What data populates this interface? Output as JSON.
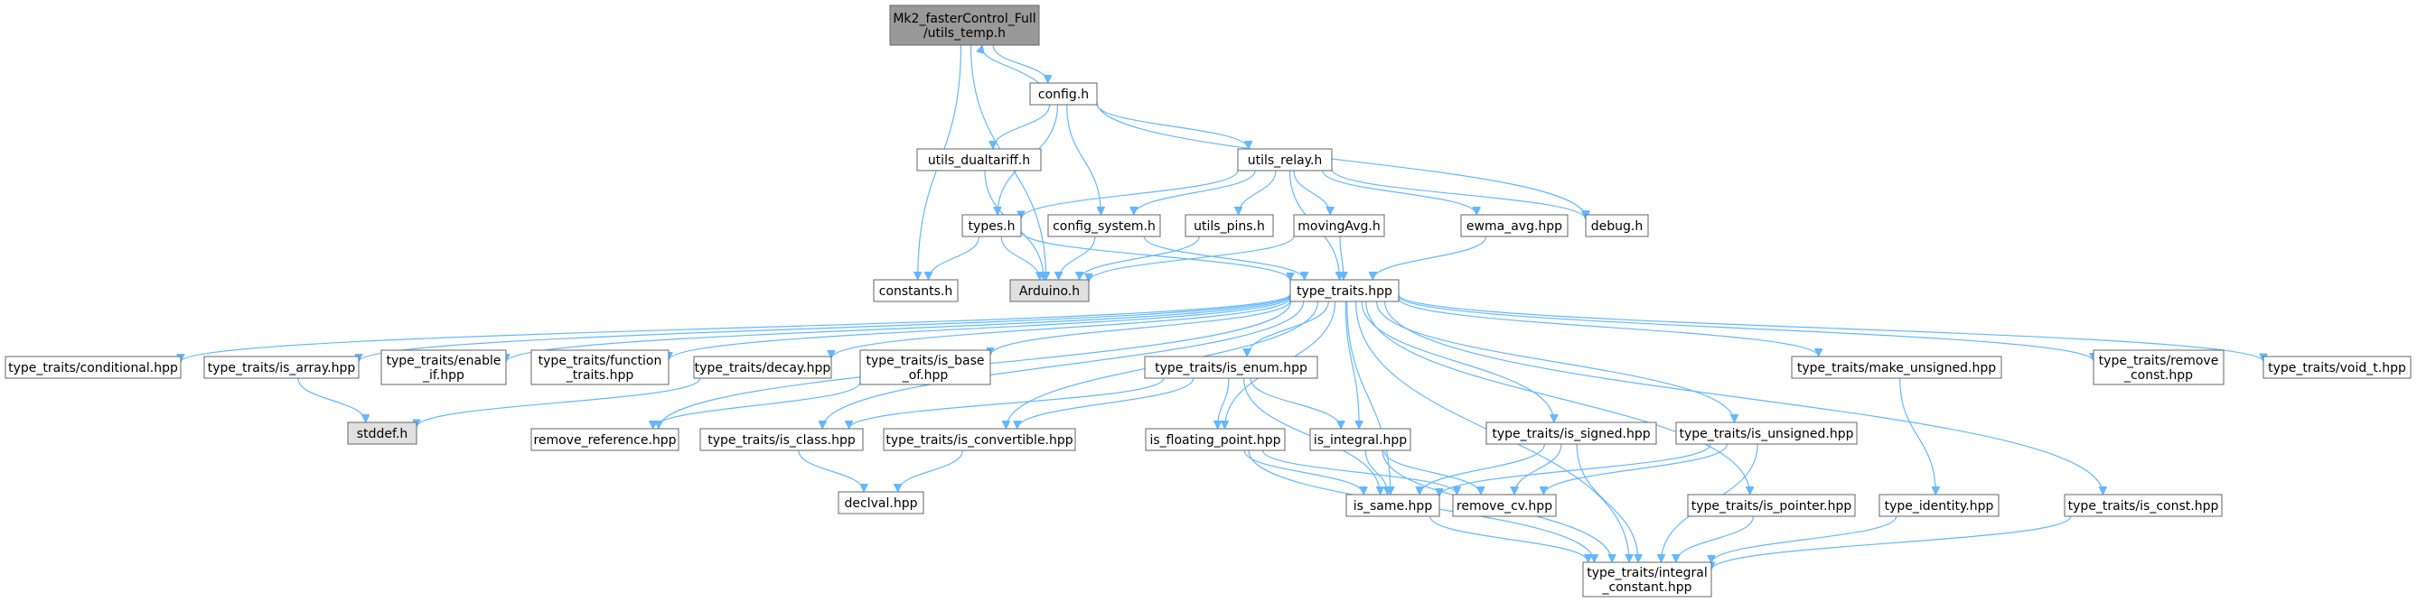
{
  "colors": {
    "edge": "#63b8ff",
    "node_fill": "#ffffff",
    "node_border": "#666666",
    "root_fill": "#999999",
    "system_fill": "#e0e0e0"
  },
  "nodes": [
    {
      "id": "root",
      "lines": [
        "Mk2_fasterControl_Full",
        "/utils_temp.h"
      ],
      "style": "root"
    },
    {
      "id": "config_h",
      "lines": [
        "config.h"
      ]
    },
    {
      "id": "utils_dualtariff_h",
      "lines": [
        "utils_dualtariff.h"
      ]
    },
    {
      "id": "utils_relay_h",
      "lines": [
        "utils_relay.h"
      ]
    },
    {
      "id": "types_h",
      "lines": [
        "types.h"
      ]
    },
    {
      "id": "config_system_h",
      "lines": [
        "config_system.h"
      ]
    },
    {
      "id": "utils_pins_h",
      "lines": [
        "utils_pins.h"
      ]
    },
    {
      "id": "movingavg_h",
      "lines": [
        "movingAvg.h"
      ]
    },
    {
      "id": "ewma_avg_hpp",
      "lines": [
        "ewma_avg.hpp"
      ]
    },
    {
      "id": "debug_h",
      "lines": [
        "debug.h"
      ]
    },
    {
      "id": "constants_h",
      "lines": [
        "constants.h"
      ]
    },
    {
      "id": "arduino_h",
      "lines": [
        "Arduino.h"
      ],
      "style": "system"
    },
    {
      "id": "type_traits_hpp",
      "lines": [
        "type_traits.hpp"
      ]
    },
    {
      "id": "tt_conditional",
      "lines": [
        "type_traits/conditional.hpp"
      ]
    },
    {
      "id": "tt_is_array",
      "lines": [
        "type_traits/is_array.hpp"
      ]
    },
    {
      "id": "tt_enable_if",
      "lines": [
        "type_traits/enable",
        "_if.hpp"
      ]
    },
    {
      "id": "tt_function_traits",
      "lines": [
        "type_traits/function",
        "_traits.hpp"
      ]
    },
    {
      "id": "tt_decay",
      "lines": [
        "type_traits/decay.hpp"
      ]
    },
    {
      "id": "tt_is_base_of",
      "lines": [
        "type_traits/is_base",
        "_of.hpp"
      ]
    },
    {
      "id": "tt_is_enum",
      "lines": [
        "type_traits/is_enum.hpp"
      ]
    },
    {
      "id": "tt_make_unsigned",
      "lines": [
        "type_traits/make_unsigned.hpp"
      ]
    },
    {
      "id": "tt_remove_const",
      "lines": [
        "type_traits/remove",
        "_const.hpp"
      ]
    },
    {
      "id": "tt_void_t",
      "lines": [
        "type_traits/void_t.hpp"
      ]
    },
    {
      "id": "stddef_h",
      "lines": [
        "stddef.h"
      ],
      "style": "system"
    },
    {
      "id": "remove_reference",
      "lines": [
        "remove_reference.hpp"
      ]
    },
    {
      "id": "tt_is_class",
      "lines": [
        "type_traits/is_class.hpp"
      ]
    },
    {
      "id": "tt_is_convertible",
      "lines": [
        "type_traits/is_convertible.hpp"
      ]
    },
    {
      "id": "is_floating_point",
      "lines": [
        "is_floating_point.hpp"
      ]
    },
    {
      "id": "is_integral",
      "lines": [
        "is_integral.hpp"
      ]
    },
    {
      "id": "tt_is_signed",
      "lines": [
        "type_traits/is_signed.hpp"
      ]
    },
    {
      "id": "tt_is_unsigned",
      "lines": [
        "type_traits/is_unsigned.hpp"
      ]
    },
    {
      "id": "declval",
      "lines": [
        "declval.hpp"
      ]
    },
    {
      "id": "is_same",
      "lines": [
        "is_same.hpp"
      ]
    },
    {
      "id": "remove_cv",
      "lines": [
        "remove_cv.hpp"
      ]
    },
    {
      "id": "tt_is_pointer",
      "lines": [
        "type_traits/is_pointer.hpp"
      ]
    },
    {
      "id": "type_identity",
      "lines": [
        "type_identity.hpp"
      ]
    },
    {
      "id": "tt_is_const",
      "lines": [
        "type_traits/is_const.hpp"
      ]
    },
    {
      "id": "tt_integral_constant",
      "lines": [
        "type_traits/integral",
        "_constant.hpp"
      ]
    }
  ],
  "edges": [
    [
      "root",
      "config_h"
    ],
    [
      "root",
      "constants_h"
    ],
    [
      "root",
      "arduino_h"
    ],
    [
      "config_h",
      "root"
    ],
    [
      "config_h",
      "utils_dualtariff_h"
    ],
    [
      "config_h",
      "utils_relay_h"
    ],
    [
      "config_h",
      "types_h"
    ],
    [
      "config_h",
      "config_system_h"
    ],
    [
      "config_h",
      "debug_h"
    ],
    [
      "utils_dualtariff_h",
      "arduino_h"
    ],
    [
      "utils_relay_h",
      "types_h"
    ],
    [
      "utils_relay_h",
      "config_system_h"
    ],
    [
      "utils_relay_h",
      "utils_pins_h"
    ],
    [
      "utils_relay_h",
      "movingavg_h"
    ],
    [
      "utils_relay_h",
      "ewma_avg_hpp"
    ],
    [
      "utils_relay_h",
      "debug_h"
    ],
    [
      "utils_relay_h",
      "type_traits_hpp"
    ],
    [
      "types_h",
      "constants_h"
    ],
    [
      "types_h",
      "arduino_h"
    ],
    [
      "types_h",
      "type_traits_hpp"
    ],
    [
      "config_system_h",
      "arduino_h"
    ],
    [
      "config_system_h",
      "type_traits_hpp"
    ],
    [
      "utils_pins_h",
      "arduino_h"
    ],
    [
      "movingavg_h",
      "arduino_h"
    ],
    [
      "movingavg_h",
      "type_traits_hpp"
    ],
    [
      "ewma_avg_hpp",
      "type_traits_hpp"
    ],
    [
      "type_traits_hpp",
      "tt_conditional"
    ],
    [
      "type_traits_hpp",
      "tt_is_array"
    ],
    [
      "type_traits_hpp",
      "tt_enable_if"
    ],
    [
      "type_traits_hpp",
      "tt_function_traits"
    ],
    [
      "type_traits_hpp",
      "tt_decay"
    ],
    [
      "type_traits_hpp",
      "tt_is_base_of"
    ],
    [
      "type_traits_hpp",
      "tt_is_enum"
    ],
    [
      "type_traits_hpp",
      "tt_make_unsigned"
    ],
    [
      "type_traits_hpp",
      "tt_remove_const"
    ],
    [
      "type_traits_hpp",
      "tt_void_t"
    ],
    [
      "type_traits_hpp",
      "remove_reference"
    ],
    [
      "type_traits_hpp",
      "tt_is_class"
    ],
    [
      "type_traits_hpp",
      "tt_is_convertible"
    ],
    [
      "type_traits_hpp",
      "is_floating_point"
    ],
    [
      "type_traits_hpp",
      "is_integral"
    ],
    [
      "type_traits_hpp",
      "tt_is_signed"
    ],
    [
      "type_traits_hpp",
      "tt_is_unsigned"
    ],
    [
      "type_traits_hpp",
      "is_same"
    ],
    [
      "type_traits_hpp",
      "tt_is_pointer"
    ],
    [
      "type_traits_hpp",
      "tt_is_const"
    ],
    [
      "type_traits_hpp",
      "tt_integral_constant"
    ],
    [
      "tt_is_array",
      "stddef_h"
    ],
    [
      "tt_decay",
      "stddef_h"
    ],
    [
      "tt_is_base_of",
      "remove_reference"
    ],
    [
      "tt_is_enum",
      "tt_is_class"
    ],
    [
      "tt_is_enum",
      "tt_is_convertible"
    ],
    [
      "tt_is_enum",
      "is_floating_point"
    ],
    [
      "tt_is_enum",
      "is_integral"
    ],
    [
      "tt_is_enum",
      "is_same"
    ],
    [
      "tt_is_class",
      "declval"
    ],
    [
      "tt_is_convertible",
      "declval"
    ],
    [
      "is_floating_point",
      "is_same"
    ],
    [
      "is_floating_point",
      "remove_cv"
    ],
    [
      "is_floating_point",
      "tt_integral_constant"
    ],
    [
      "is_integral",
      "is_same"
    ],
    [
      "is_integral",
      "remove_cv"
    ],
    [
      "is_integral",
      "tt_integral_constant"
    ],
    [
      "tt_is_signed",
      "is_same"
    ],
    [
      "tt_is_signed",
      "remove_cv"
    ],
    [
      "tt_is_signed",
      "tt_integral_constant"
    ],
    [
      "tt_is_unsigned",
      "is_same"
    ],
    [
      "tt_is_unsigned",
      "remove_cv"
    ],
    [
      "tt_is_unsigned",
      "tt_integral_constant"
    ],
    [
      "is_same",
      "tt_integral_constant"
    ],
    [
      "tt_make_unsigned",
      "type_identity"
    ],
    [
      "type_identity",
      "tt_integral_constant"
    ],
    [
      "tt_is_pointer",
      "tt_integral_constant"
    ],
    [
      "tt_is_const",
      "tt_integral_constant"
    ]
  ]
}
